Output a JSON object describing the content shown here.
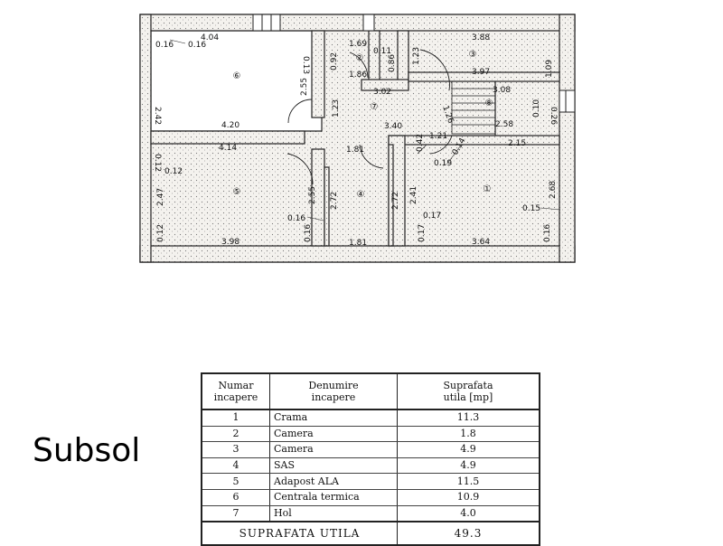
{
  "plan": {
    "rooms": [
      {
        "number": "⑥",
        "id": 6
      },
      {
        "number": "②",
        "id": 2
      },
      {
        "number": "③",
        "id": 3
      },
      {
        "number": "⑦",
        "id": 7
      },
      {
        "number": "⑧",
        "id": 8
      },
      {
        "number": "⑤",
        "id": 5
      },
      {
        "number": "④",
        "id": 4
      },
      {
        "number": "①",
        "id": 1
      }
    ],
    "dimensions": [
      "4.04",
      "0.16",
      "0.16",
      "0.13",
      "2.55",
      "1.23",
      "4.20",
      "2.42",
      "1.69",
      "0.11",
      "0.92",
      "0.86",
      "1.86",
      "3.02",
      "1.23",
      "3.88",
      "3.97",
      "1.09",
      "3.08",
      "1.26",
      "0.26",
      "0.10",
      "2.58",
      "2.15",
      "3.40",
      "1.21",
      "0.14",
      "0.42",
      "0.19",
      "1.81",
      "4.14",
      "0.12",
      "0.12",
      "2.47",
      "0.12",
      "3.98",
      "2.55",
      "0.16",
      "0.16",
      "2.72",
      "1.81",
      "2.72",
      "2.41",
      "0.17",
      "0.17",
      "3.64",
      "2.68",
      "0.15",
      "0.16"
    ]
  },
  "level_label": "Subsol",
  "table": {
    "headers": {
      "number": [
        "Numar",
        "incapere"
      ],
      "name": [
        "Denumire",
        "incapere"
      ],
      "area": [
        "Suprafata",
        "utila [mp]"
      ]
    },
    "rows": [
      {
        "number": "1",
        "name": "Crama",
        "area": "11.3"
      },
      {
        "number": "2",
        "name": "Camera",
        "area": "1.8"
      },
      {
        "number": "3",
        "name": "Camera",
        "area": "4.9"
      },
      {
        "number": "4",
        "name": "SAS",
        "area": "4.9"
      },
      {
        "number": "5",
        "name": "Adapost ALA",
        "area": "11.5"
      },
      {
        "number": "6",
        "name": "Centrala termica",
        "area": "10.9"
      },
      {
        "number": "7",
        "name": "Hol",
        "area": "4.0"
      }
    ],
    "total_label": "SUPRAFATA UTILA",
    "total_value": "49.3"
  }
}
